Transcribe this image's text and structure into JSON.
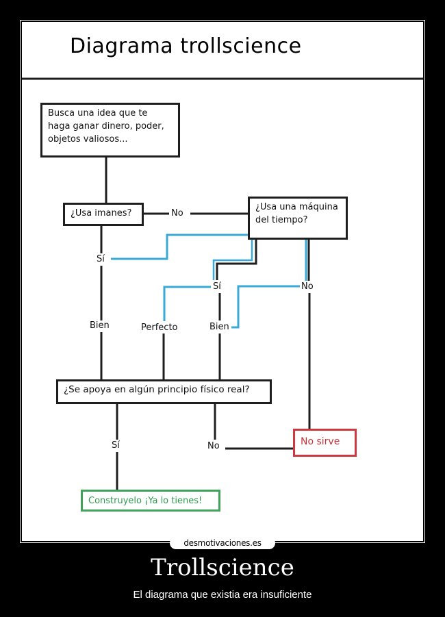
{
  "diagram": {
    "title": "Diagrama trollscience",
    "nodes": {
      "start": "Busca una idea que te\nhaga ganar dinero, poder,\nobjetos valiosos...",
      "magnets": "¿Usa imanes?",
      "time_machine": "¿Usa una máquina\ndel tiempo?",
      "physics": "¿Se apoya en algún principio físico real?",
      "no_sirve": "No sirve",
      "build": "Construyelo ¡Ya lo tienes!"
    },
    "edge_labels": {
      "magnets_no": "No",
      "magnets_si": "Sí",
      "magnets_bien": "Bien",
      "time_si": "Sí",
      "time_no": "No",
      "perfecto": "Perfecto",
      "time_bien": "Bien",
      "physics_si": "Sí",
      "physics_no": "No"
    },
    "colors": {
      "line": "#1e1e1e",
      "accent_blue": "#38a9d8",
      "fail_red": "#d0383f",
      "success_green": "#3fa35a"
    }
  },
  "watermark": "desmotivaciones.es",
  "poster": {
    "title": "Trollscience",
    "subtitle": "El diagrama que existia era insuficiente"
  }
}
